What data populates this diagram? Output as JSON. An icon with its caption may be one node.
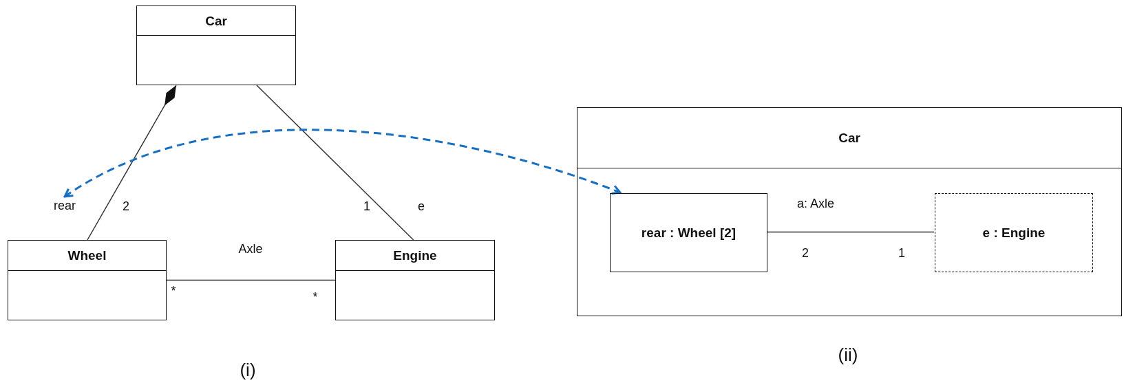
{
  "diagram": {
    "nodes": [
      {
        "text": [
          "Car"
        ]
      },
      {
        "text": [
          "Wheel"
        ]
      },
      {
        "text": [
          "Engine"
        ]
      },
      {
        "text": [
          "rear"
        ]
      },
      {
        "text": [
          "Car"
        ]
      },
      {
        "text": [
          "rear : Wheel [2]"
        ],
        "in": 4
      },
      {
        "text": [
          "e : Engine"
        ],
        "in": 4
      }
    ],
    "edges": [
      {
        "from": 0,
        "to": 1,
        "arrow": "other"
      },
      {
        "from": 0,
        "to": 2,
        "arrow": "none"
      },
      {
        "from": 1,
        "to": 2,
        "arrow": "none",
        "label": "Axle"
      },
      {
        "from": 5,
        "to": 6,
        "arrow": "none",
        "label": "a: Axle"
      },
      {
        "from": 3,
        "to": 5,
        "arrow": "both",
        "style": "dashed",
        "color": "#1a6fc0"
      }
    ],
    "labels": [
      "2",
      "1",
      "e",
      "*",
      "*",
      "(i)",
      "2",
      "1",
      "(ii)"
    ]
  }
}
